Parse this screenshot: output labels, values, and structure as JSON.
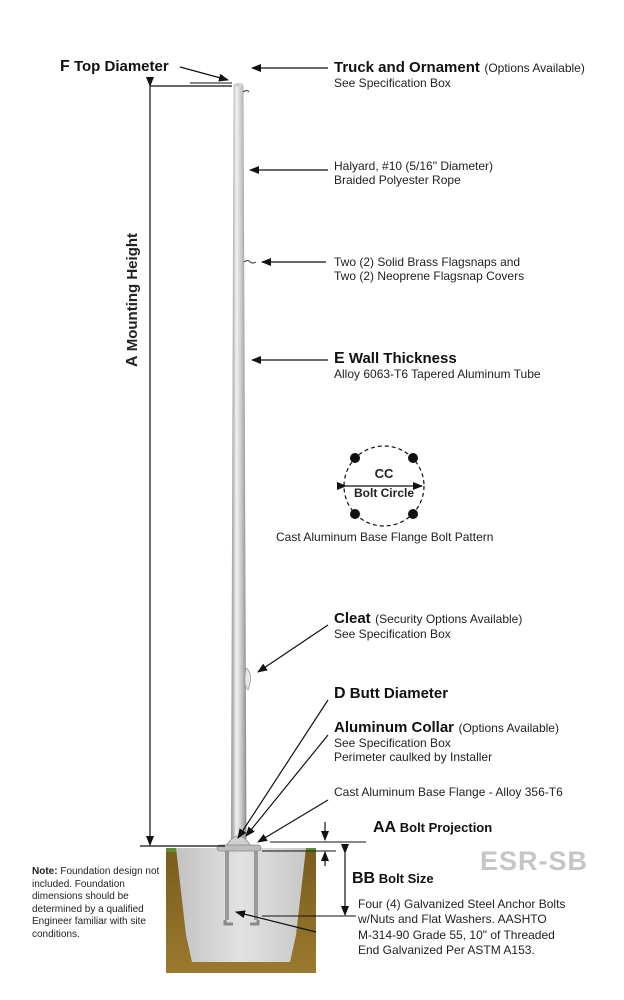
{
  "labels": {
    "top_diameter": {
      "letter": "F",
      "text": "Top Diameter"
    },
    "mounting_height": {
      "letter": "A",
      "text": "Mounting Height"
    },
    "truck": {
      "title": "Truck and Ornament",
      "options": "(Options Available)",
      "sub": "See Specification Box"
    },
    "halyard": {
      "line1": "Halyard, #10 (5/16\" Diameter)",
      "line2": "Braided Polyester Rope"
    },
    "flagsnaps": {
      "line1": "Two (2) Solid Brass Flagsnaps and",
      "line2": "Two (2) Neoprene Flagsnap Covers"
    },
    "wall": {
      "letter": "E",
      "title": "Wall Thickness",
      "sub": "Alloy 6063-T6 Tapered Aluminum Tube"
    },
    "bolt_circle": {
      "cc": "CC",
      "label": "Bolt Circle",
      "caption": "Cast Aluminum Base Flange Bolt Pattern"
    },
    "cleat": {
      "title": "Cleat",
      "options": "(Security Options Available)",
      "sub": "See Specification Box"
    },
    "butt": {
      "letter": "D",
      "title": "Butt Diameter"
    },
    "collar": {
      "title": "Aluminum Collar",
      "options": "(Options Available)",
      "sub1": "See Specification Box",
      "sub2": "Perimeter caulked by Installer"
    },
    "flange": {
      "text": "Cast Aluminum Base Flange - Alloy 356-T6"
    },
    "bolt_projection": {
      "letter": "AA",
      "text": "Bolt Projection"
    },
    "bolt_size": {
      "letter": "BB",
      "text": "Bolt Size"
    },
    "anchor": {
      "line1": "Four (4) Galvanized Steel Anchor Bolts",
      "line2": "w/Nuts and Flat Washers. AASHTO",
      "line3": "M-314-90 Grade 55, 10\" of Threaded",
      "line4": "End Galvanized Per ASTM A153."
    },
    "note": {
      "title": "Note:",
      "body": "Foundation design not included. Foundation dimensions should be determined by a qualified Engineer familiar with site conditions."
    },
    "model": "ESR-SB"
  },
  "colors": {
    "pole_light": "#e6e6e6",
    "pole_dark": "#9a9a9a",
    "soil": "#8a6a22",
    "concrete": "#d2d2d2",
    "grass": "#5e8f2c",
    "model_text": "#c6c6c6"
  }
}
